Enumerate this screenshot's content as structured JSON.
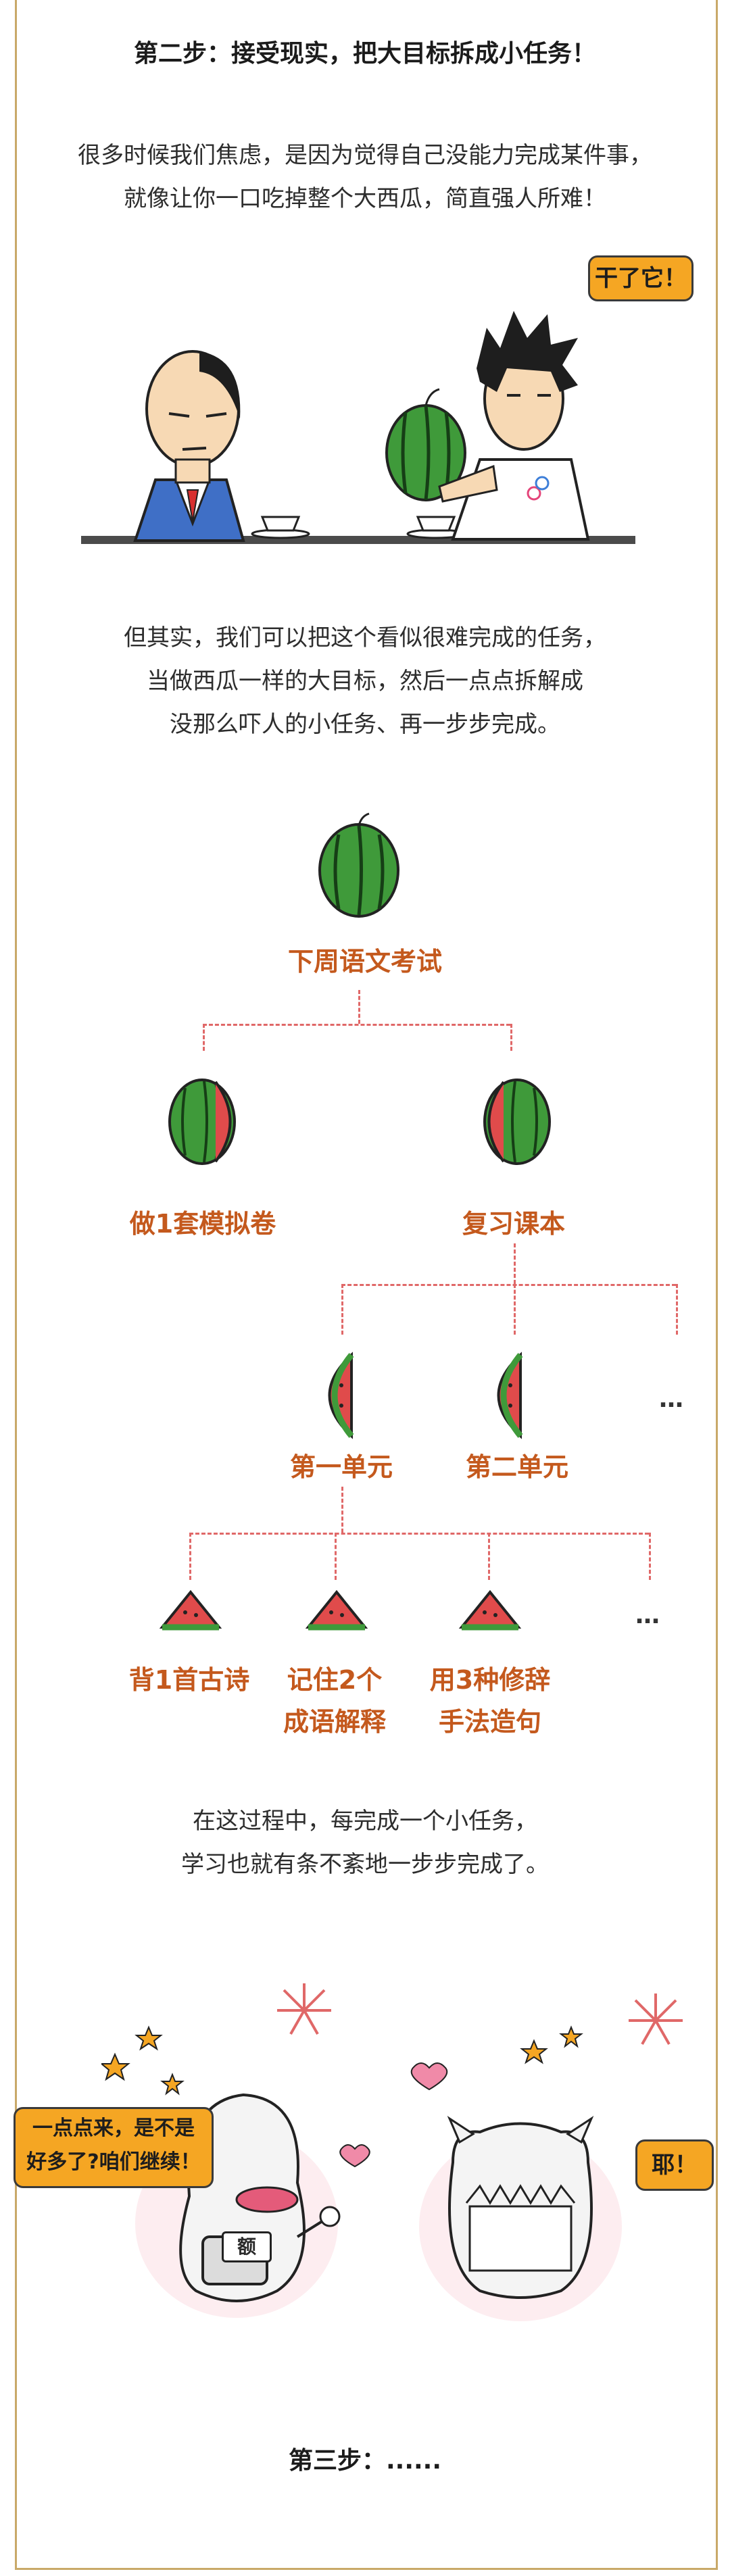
{
  "step2_title": "第二步：接受现实，把大目标拆成小任务！",
  "intro_lines": [
    "很多时候我们焦虑，是因为觉得自己没能力完成某件事，",
    "就像让你一口吃掉整个大西瓜，简直强人所难！"
  ],
  "comic1_bubble": "干了它！",
  "middle_lines": [
    "但其实，我们可以把这个看似很难完成的任务，",
    "当做西瓜一样的大目标，然后一点点拆解成",
    "没那么吓人的小任务、再一步步完成。"
  ],
  "tree": {
    "root": "下周语文考试",
    "level1": [
      "做1套模拟卷",
      "复习课本"
    ],
    "level2": [
      "第一单元",
      "第二单元"
    ],
    "level2_more": "…",
    "level3": [
      [
        "背1首古诗"
      ],
      [
        "记住2个",
        "成语解释"
      ],
      [
        "用3种修辞",
        "手法造句"
      ]
    ],
    "level3_more": "…"
  },
  "conclusion_lines": [
    "在这过程中，每完成一个小任务，",
    "学习也就有条不紊地一步步完成了。"
  ],
  "comic2": {
    "left_bubble": [
      "一点点来，是不是",
      "好多了?咱们继续！"
    ],
    "right_bubble": "耶！",
    "badge": "额"
  },
  "step3_title": "第三步：......",
  "colors": {
    "accent": "#c4591d",
    "dash": "#e06868",
    "bubble": "#f5a623",
    "frame": "#c9a969"
  }
}
